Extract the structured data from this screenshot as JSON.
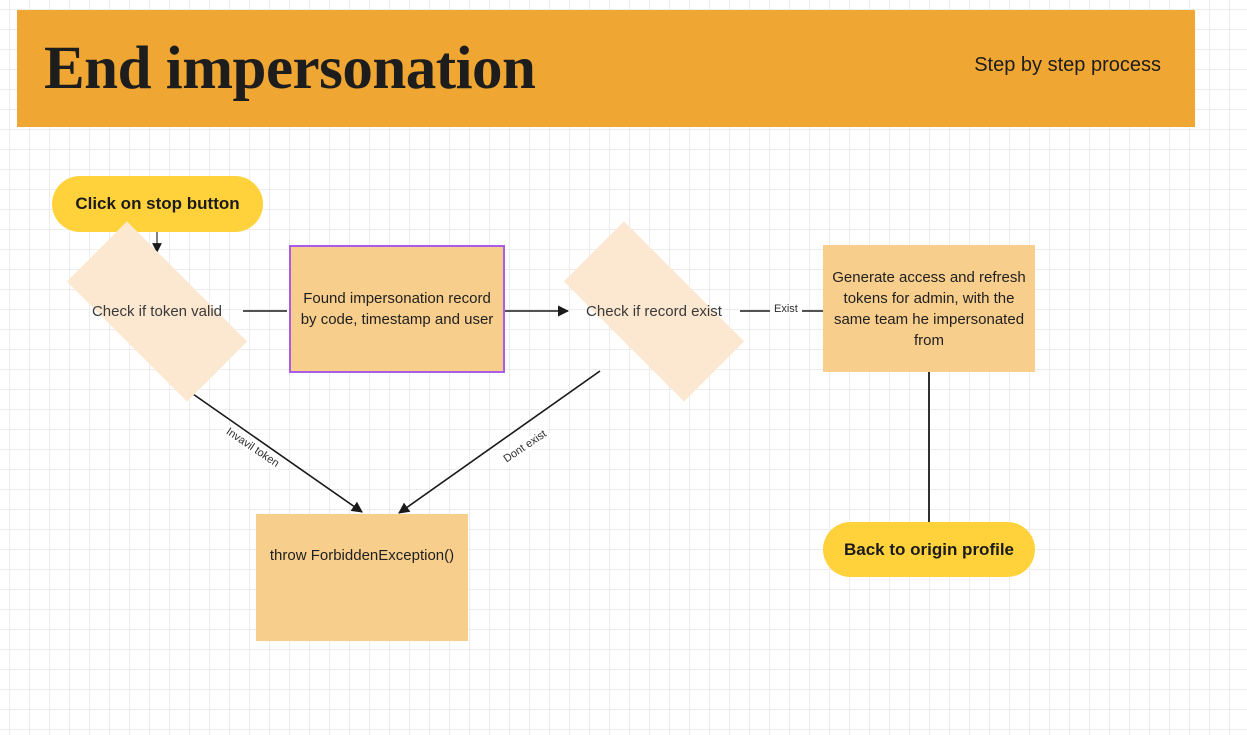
{
  "header": {
    "title": "End impersonation",
    "subtitle": "Step by step process",
    "background_color": "#efa633",
    "text_color": "#1d1d1d"
  },
  "canvas": {
    "background_color": "#ffffff",
    "grid": "dot-grid"
  },
  "palette": {
    "pill_fill": "#ffd23c",
    "box_fill": "#f8ce8d",
    "diamond_fill": "#fce8d0",
    "selection_border": "#a95ce8",
    "connector": "#1a1a1a"
  },
  "flowchart": {
    "type": "flowchart",
    "nodes": [
      {
        "id": "start",
        "shape": "pill",
        "label": "Click on stop button",
        "selected": false
      },
      {
        "id": "check-token",
        "shape": "diamond",
        "label": "Check if token valid",
        "selected": false
      },
      {
        "id": "found-record",
        "shape": "rect",
        "label": "Found impersonation record by code, timestamp and user",
        "selected": true
      },
      {
        "id": "check-record",
        "shape": "diamond",
        "label": "Check if record exist",
        "selected": false
      },
      {
        "id": "generate-tokens",
        "shape": "rect",
        "label": "Generate access and refresh tokens for admin, with the same team he impersonated from",
        "selected": false
      },
      {
        "id": "throw-forbidden",
        "shape": "rect",
        "label": "throw ForbiddenException()",
        "selected": false
      },
      {
        "id": "back-to-origin",
        "shape": "pill",
        "label": "Back to origin profile",
        "selected": false
      }
    ],
    "edges": [
      {
        "from": "start",
        "to": "check-token",
        "label": ""
      },
      {
        "from": "check-token",
        "to": "found-record",
        "label": ""
      },
      {
        "from": "found-record",
        "to": "check-record",
        "label": ""
      },
      {
        "from": "check-record",
        "to": "generate-tokens",
        "label": "Exist"
      },
      {
        "from": "check-token",
        "to": "throw-forbidden",
        "label": "Invavil token"
      },
      {
        "from": "check-record",
        "to": "throw-forbidden",
        "label": "Dont exist"
      },
      {
        "from": "generate-tokens",
        "to": "back-to-origin",
        "label": ""
      }
    ]
  }
}
